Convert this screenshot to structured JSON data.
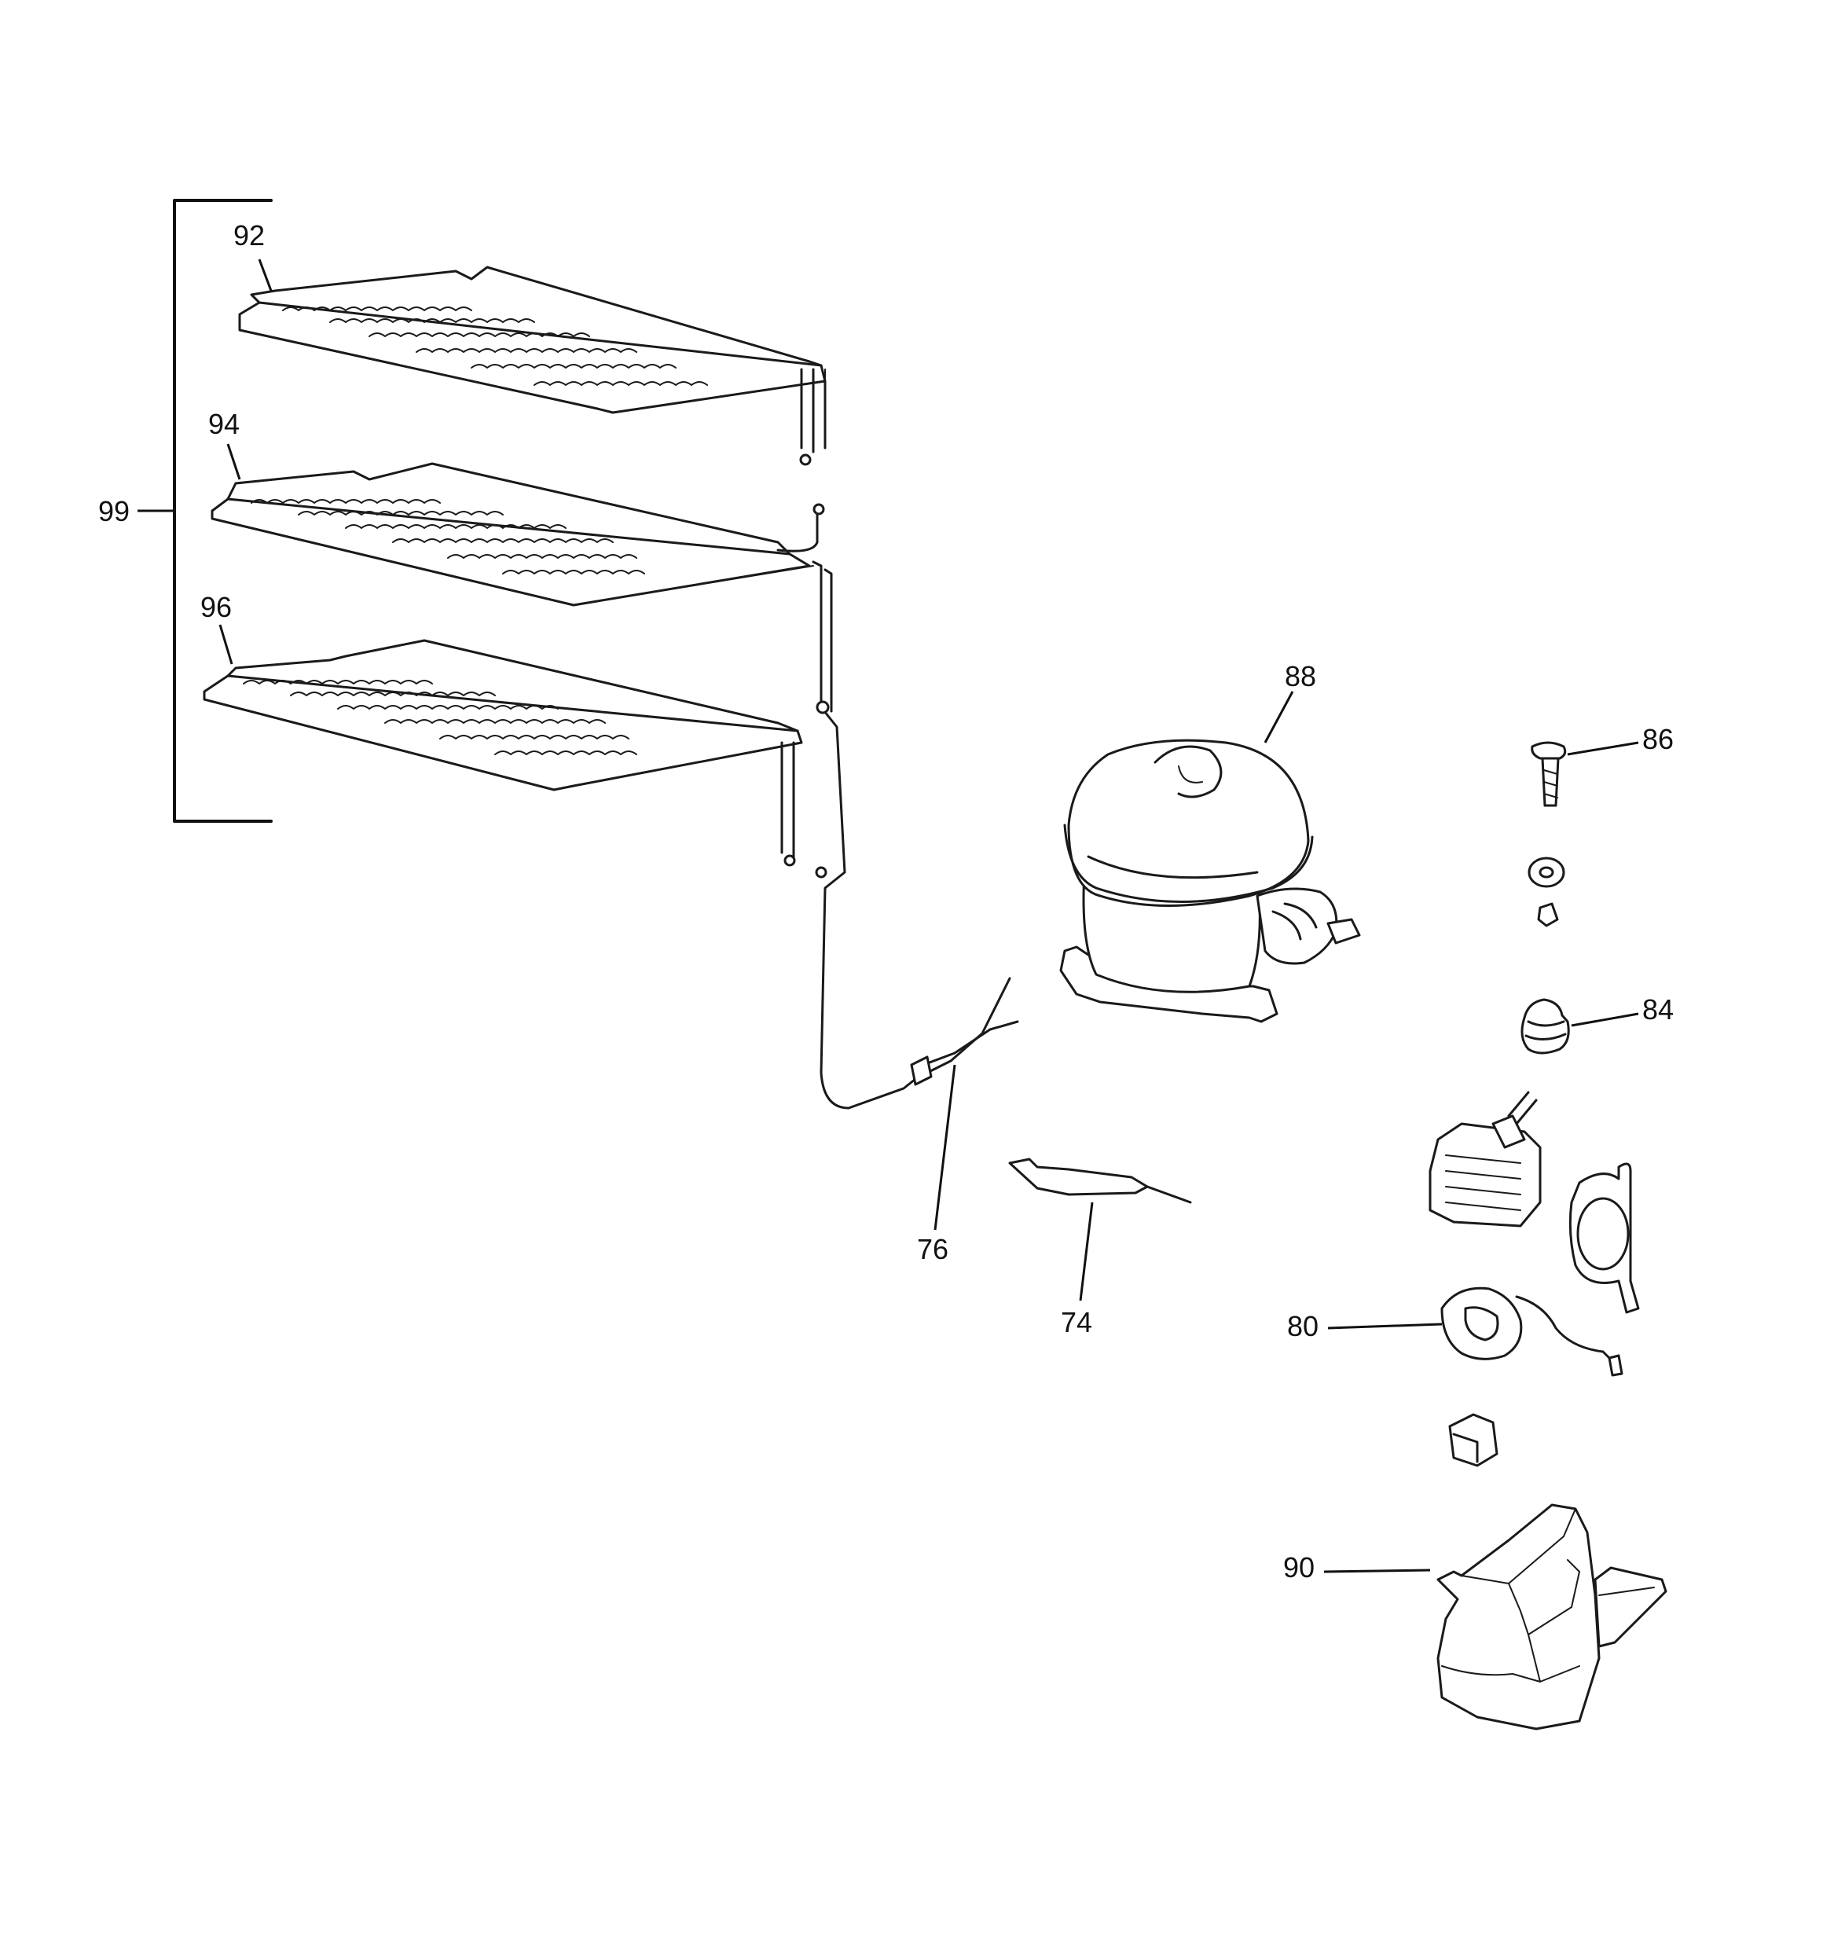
{
  "diagram": {
    "callouts": {
      "c92": "92",
      "c94": "94",
      "c96": "96",
      "c99": "99",
      "c88": "88",
      "c86": "86",
      "c84": "84",
      "c76": "76",
      "c74": "74",
      "c80": "80",
      "c90": "90"
    },
    "parts": [
      "evaporator-92",
      "evaporator-94",
      "evaporator-96",
      "evaporator-assembly-99",
      "compressor-88",
      "bolt-86",
      "grommet-84",
      "wire-harness-76",
      "drier-74",
      "overload-relay-80",
      "cover-90"
    ]
  }
}
